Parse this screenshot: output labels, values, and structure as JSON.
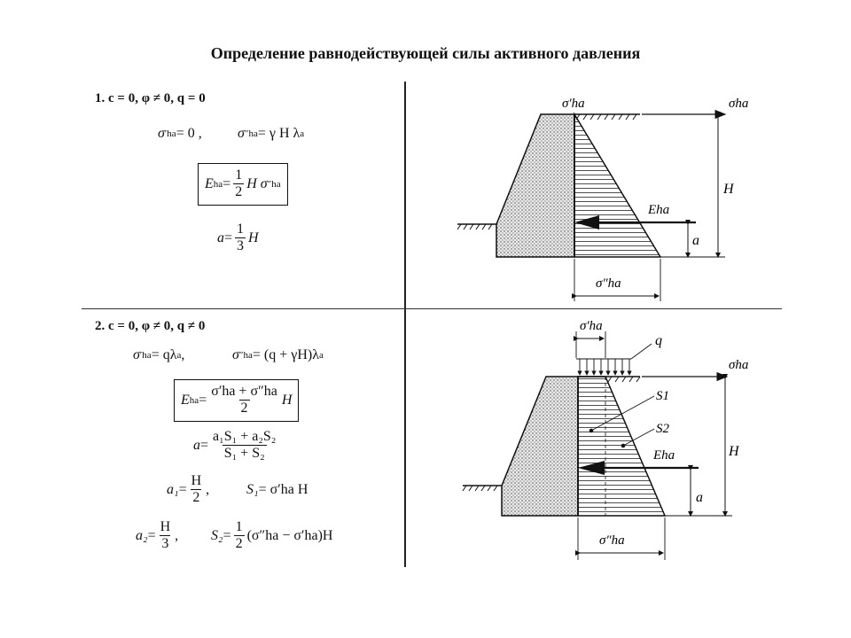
{
  "title": "Определение равнодействующей силы активного давления",
  "case1": {
    "heading": "1. c = 0, φ ≠ 0, q = 0",
    "f1a_lhs": "σ",
    "f1a_sub": "ha",
    "f1a_sup": "′",
    "f1a_rhs": " = 0 ,",
    "f1b_lhs": "σ",
    "f1b_sub": "ha",
    "f1b_sup": "″",
    "f1b_rhs": " = γ H λ",
    "f1b_lam_sub": "a",
    "e_lhs": "E",
    "e_sub": "ha",
    "e_eq": " = ",
    "e_num": "1",
    "e_den": "2",
    "e_tail": "H σ",
    "e_tail_sub": "ha",
    "e_tail_sup": "″",
    "a_lhs": "a",
    "a_eq": " = ",
    "a_num": "1",
    "a_den": "3",
    "a_tail": "H",
    "diagram": {
      "top_label": "σ′ha",
      "axis_label": "σha",
      "height_label": "H",
      "force_label": "Eha",
      "arm_label": "a",
      "bottom_label": "σ″ha"
    }
  },
  "case2": {
    "heading": "2. c = 0, φ ≠ 0, q ≠ 0",
    "f1_lhs": "σ",
    "f1_sub": "ha",
    "f1_sup": "′",
    "f1_rhs": " = qλ",
    "f1_lam_sub": "a",
    "f1_comma": " ,",
    "f2_lhs": "σ",
    "f2_sub": "ha",
    "f2_sup": "″",
    "f2_rhs": " = (q + γH)λ",
    "f2_lam_sub": "a",
    "e_lhs": "E",
    "e_sub": "ha",
    "e_eq": " = ",
    "e_num": "σ′ha + σ″ha",
    "e_den": "2",
    "e_tail": "H",
    "a_lhs": "a",
    "a_eq": " = ",
    "a_num": "a₁S₁ + a₂S₂",
    "a_den": "S₁ + S₂",
    "a1_lhs": "a₁",
    "a1_eq": " = ",
    "a1_num": "H",
    "a1_den": "2",
    "a1_comma": " ,",
    "s1_lhs": "S₁",
    "s1_rhs": " = σ′ha H",
    "a2_lhs": "a₂",
    "a2_eq": " = ",
    "a2_num": "H",
    "a2_den": "3",
    "a2_comma": " ,",
    "s2_lhs": "S₂",
    "s2_eq": " = ",
    "s2_num": "1",
    "s2_den": "2",
    "s2_tail": "(σ″ha − σ′ha)H",
    "diagram": {
      "top_label": "σ′ha",
      "q_label": "q",
      "axis_label": "σha",
      "s1_label": "S1",
      "s2_label": "S2",
      "force_label": "Eha",
      "height_label": "H",
      "arm_label": "a",
      "bottom_label": "σ″ha"
    }
  }
}
